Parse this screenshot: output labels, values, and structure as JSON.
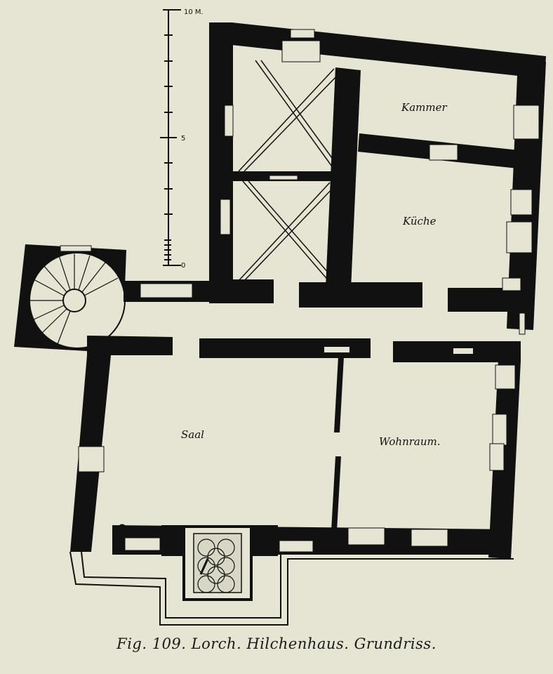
{
  "caption": "Fig. 109. Lorch. Hilchenhaus. Grundriss.",
  "scale": {
    "top_label": "10 M.",
    "mid_label": "5",
    "bottom_label": "0"
  },
  "rooms": {
    "kammer": "Kammer",
    "kueche": "Küche",
    "saal": "Saal",
    "wohnraum": "Wohnraum."
  },
  "colors": {
    "paper": "#e6e4d3",
    "ink": "#111111"
  }
}
